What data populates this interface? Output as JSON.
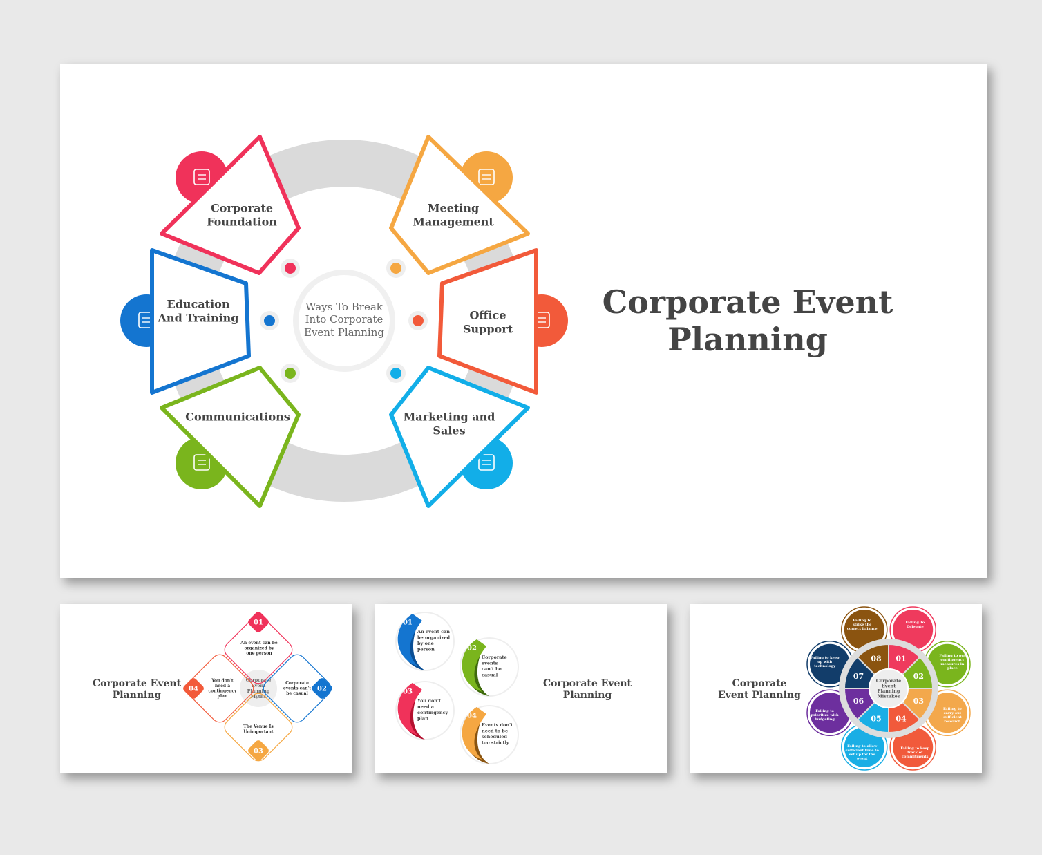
{
  "main_slide": {
    "title_lines": [
      "Corporate Event",
      "Planning"
    ],
    "center_lines": [
      "Ways To Break",
      "Into Corporate",
      "Event Planning"
    ],
    "items": [
      {
        "lines": [
          "Corporate",
          "Foundation"
        ],
        "color": "#f0325a",
        "icon": "building-icon"
      },
      {
        "lines": [
          "Meeting",
          "Management"
        ],
        "color": "#f5a742",
        "icon": "calendar-gear-icon"
      },
      {
        "lines": [
          "Education",
          "And Training"
        ],
        "color": "#1475d0",
        "icon": "presentation-icon"
      },
      {
        "lines": [
          "Office",
          "Support"
        ],
        "color": "#f25a3a",
        "icon": "monitor-user-icon"
      },
      {
        "lines": [
          "Communications"
        ],
        "color": "#7ab51d",
        "icon": "chat-bubbles-icon"
      },
      {
        "lines": [
          "Marketing and",
          "Sales"
        ],
        "color": "#12aee8",
        "icon": "chart-dollar-icon"
      }
    ]
  },
  "thumb1": {
    "title_lines": [
      "Corporate Event",
      "Planning"
    ],
    "center_lines": [
      "Corporate",
      "Event",
      "Planning",
      "Myths"
    ],
    "items": [
      {
        "num": "01",
        "lines": [
          "An event can be",
          "organized by",
          "one person"
        ],
        "color": "#f0325a"
      },
      {
        "num": "02",
        "lines": [
          "Corporate",
          "events can't",
          "be casual"
        ],
        "color": "#1475d0"
      },
      {
        "num": "03",
        "lines": [
          "The Venue Is",
          "Unimportant"
        ],
        "color": "#f5a742"
      },
      {
        "num": "04",
        "lines": [
          "You don't",
          "need a",
          "contingency",
          "plan"
        ],
        "color": "#f25a3a"
      }
    ]
  },
  "thumb2": {
    "title_lines": [
      "Corporate Event",
      "Planning"
    ],
    "items": [
      {
        "num": "01",
        "lines": [
          "An event can",
          "be organized",
          "by one",
          "person"
        ],
        "color": "#1475d0",
        "dark": "#0b4f95"
      },
      {
        "num": "02",
        "lines": [
          "Corporate",
          "events",
          "can't be",
          "casual"
        ],
        "color": "#7ab51d",
        "dark": "#3f6a0c"
      },
      {
        "num": "03",
        "lines": [
          "You don't",
          "need a",
          "contingency",
          "plan"
        ],
        "color": "#f0325a",
        "dark": "#b4102f"
      },
      {
        "num": "04",
        "lines": [
          "Events don't",
          "need to be",
          "scheduled",
          "too strictly"
        ],
        "color": "#f5a742",
        "dark": "#8a5410"
      }
    ]
  },
  "thumb3": {
    "title_lines": [
      "Corporate",
      "Event Planning"
    ],
    "center_lines": [
      "Corporate",
      "Event",
      "Planning",
      "Mistakes"
    ],
    "items": [
      {
        "num": "01",
        "lines": [
          "Failing To",
          "Delegate"
        ],
        "color": "#ef3a5d"
      },
      {
        "num": "02",
        "lines": [
          "Failing to put",
          "contingency",
          "measures in",
          "place"
        ],
        "color": "#7ab51d"
      },
      {
        "num": "03",
        "lines": [
          "Failing to",
          "carry out",
          "sufficient",
          "research"
        ],
        "color": "#f3a84c"
      },
      {
        "num": "04",
        "lines": [
          "Failing to keep",
          "track of",
          "commitments"
        ],
        "color": "#f15a3b"
      },
      {
        "num": "05",
        "lines": [
          "Failing to allow",
          "sufficient time to",
          "set up for the",
          "event"
        ],
        "color": "#1aaee5"
      },
      {
        "num": "06",
        "lines": [
          "Failing to",
          "prioritize with",
          "budgeting"
        ],
        "color": "#6d2f9e"
      },
      {
        "num": "07",
        "lines": [
          "Failing to keep",
          "up with",
          "technology"
        ],
        "color": "#123d6a"
      },
      {
        "num": "08",
        "lines": [
          "Failing to",
          "strike the",
          "correct balance"
        ],
        "color": "#8b5410"
      }
    ]
  }
}
